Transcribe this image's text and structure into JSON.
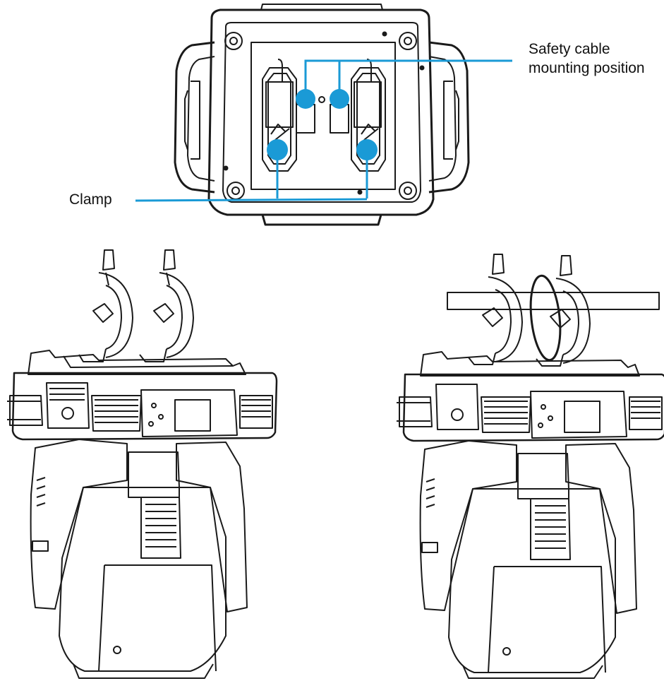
{
  "labels": {
    "safety_line1": "Safety cable",
    "safety_line2": "mounting position",
    "clamp": "Clamp"
  },
  "colors": {
    "callout": "#1a9ad6",
    "outline": "#1a1a1a"
  }
}
